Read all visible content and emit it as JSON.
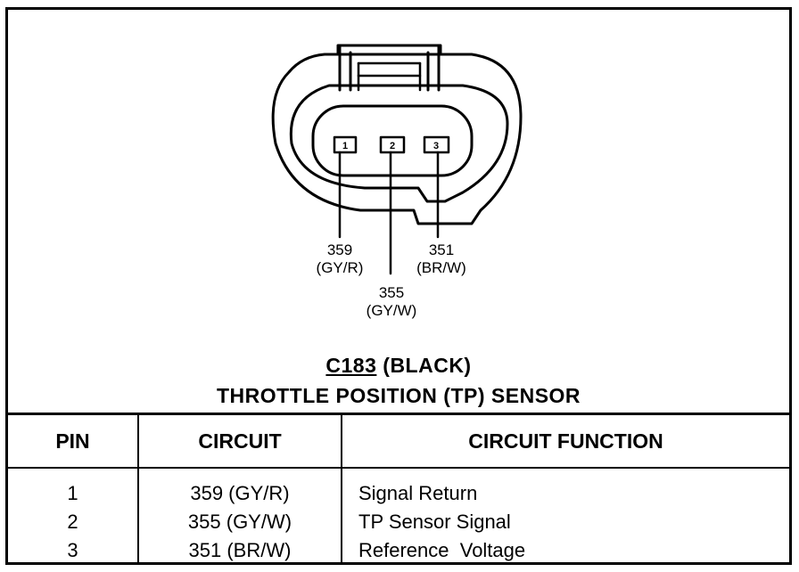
{
  "connector": {
    "pin_labels": [
      "1",
      "2",
      "3"
    ],
    "wires": [
      {
        "circuit": "359",
        "color": "(GY/R)"
      },
      {
        "circuit": "355",
        "color": "(GY/W)"
      },
      {
        "circuit": "351",
        "color": "(BR/W)"
      }
    ]
  },
  "title": {
    "connector_id": "C183",
    "connector_color": "(BLACK)",
    "component": "THROTTLE POSITION (TP) SENSOR"
  },
  "table": {
    "headers": [
      "PIN",
      "CIRCUIT",
      "CIRCUIT FUNCTION"
    ],
    "rows": [
      {
        "pin": "1",
        "circuit": "359 (GY/R)",
        "function": "Signal Return"
      },
      {
        "pin": "2",
        "circuit": "355 (GY/W)",
        "function": "TP Sensor Signal"
      },
      {
        "pin": "3",
        "circuit": "351 (BR/W)",
        "function": "Reference  Voltage"
      }
    ]
  }
}
